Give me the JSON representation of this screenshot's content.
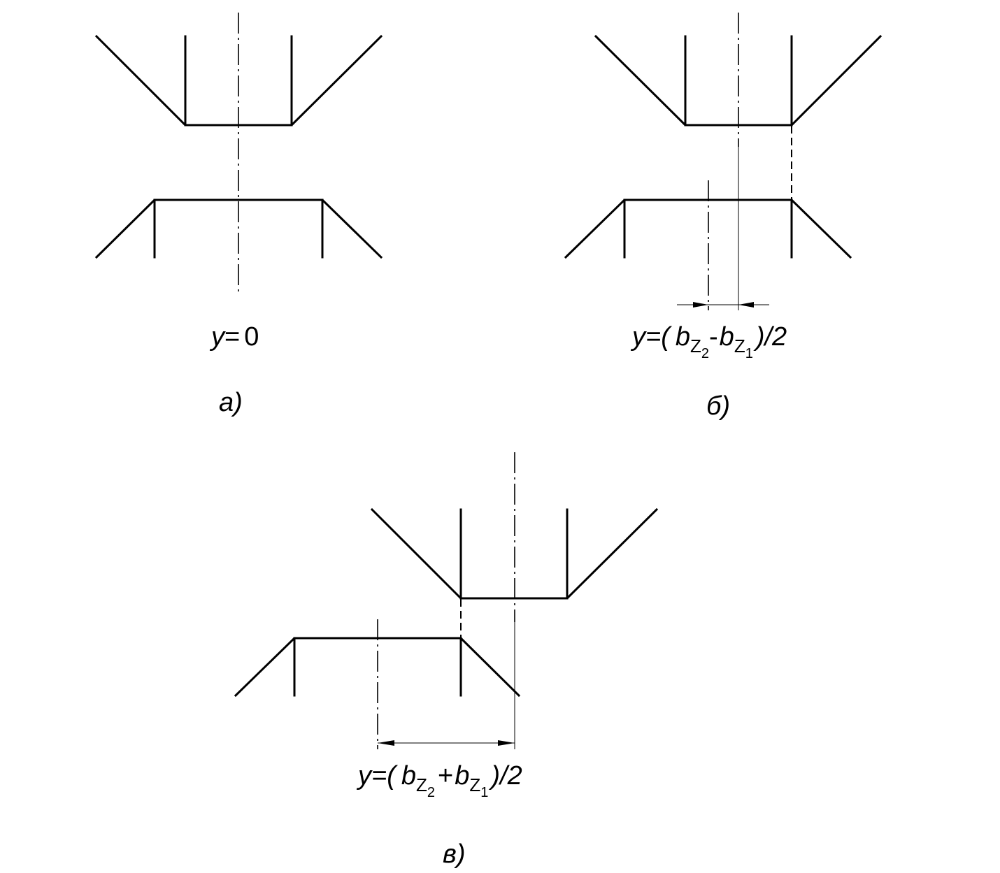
{
  "panels": [
    {
      "id": "a",
      "caption": "а)",
      "formula": {
        "lhs": "y",
        "eq": "=",
        "rhs": "0"
      }
    },
    {
      "id": "b",
      "caption": "б)",
      "formula": {
        "lhs": "y",
        "eq": "=(",
        "term1": "b",
        "term1_sub": "Z",
        "term1_subsub": "2",
        "op": "-",
        "term2": "b",
        "term2_sub": "Z",
        "term2_subsub": "1",
        "tail": ")/2"
      }
    },
    {
      "id": "v",
      "caption": "в)",
      "formula": {
        "lhs": "y",
        "eq": "=(",
        "term1": "b",
        "term1_sub": "Z",
        "term1_subsub": "2",
        "op": "+",
        "term2": "b",
        "term2_sub": "Z",
        "term2_subsub": "1",
        "tail": ")/2"
      }
    }
  ],
  "colors": {
    "line": "#000000",
    "background": "#ffffff"
  }
}
